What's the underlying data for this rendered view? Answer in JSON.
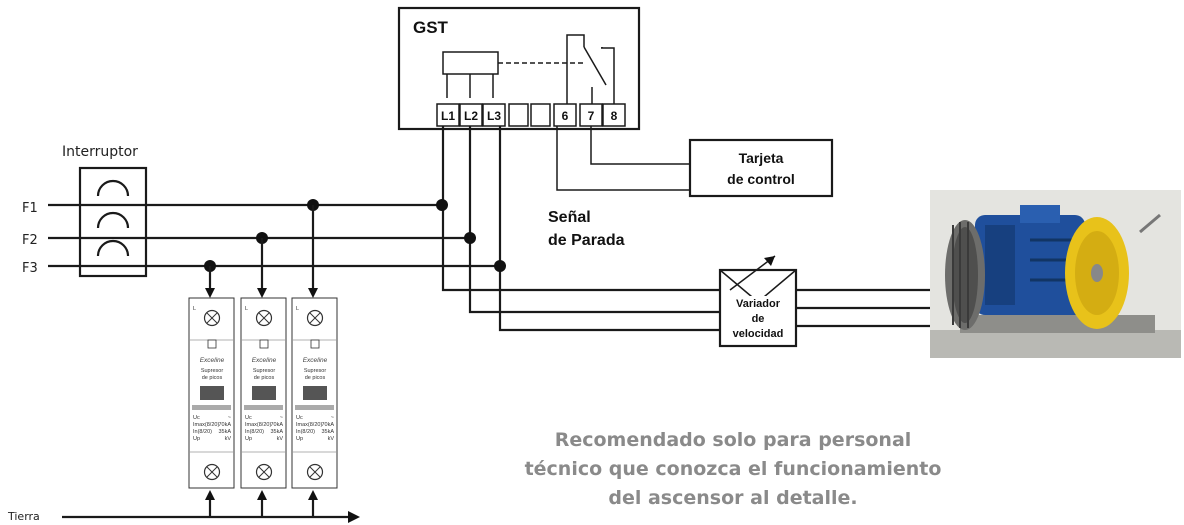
{
  "gst_label": "GST",
  "terminals": [
    "L1",
    "L2",
    "L3",
    "6",
    "7",
    "8"
  ],
  "switch_label": "Interruptor",
  "phases": [
    "F1",
    "F2",
    "F3"
  ],
  "ground_label": "Tierra",
  "control_card": {
    "line1": "Tarjeta",
    "line2": "de control"
  },
  "stop_signal": {
    "line1": "Señal",
    "line2": "de Parada"
  },
  "drive": {
    "line1": "Variador",
    "line2": "de",
    "line3": "velocidad"
  },
  "surge": {
    "brand": "Exceline",
    "name_line1": "Supresor",
    "name_line2": "de picos",
    "terminal_mark": "L",
    "spec_rows": [
      {
        "label": "Uc",
        "value": "~"
      },
      {
        "label": "Imax(8/20)",
        "value": "70kA"
      },
      {
        "label": "In(8/20)",
        "value": "35kA"
      },
      {
        "label": "Up",
        "value": "kV"
      }
    ]
  },
  "note": {
    "line1": "Recomendado solo para personal",
    "line2": "técnico que conozca el funcionamiento",
    "line3": "del ascensor al detalle."
  },
  "colors": {
    "wire": "#1a1a1a",
    "note": "#8a8a8a",
    "motor_blue": "#1f4f9c",
    "pulley_yellow": "#e8c21a"
  }
}
